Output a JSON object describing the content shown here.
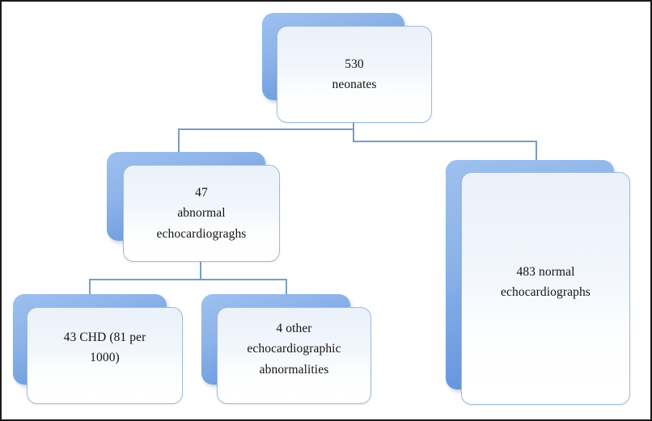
{
  "figure": {
    "type": "flowchart",
    "orientation": "top-down",
    "border_color": "#1a1a1a",
    "background": "#ffffff"
  },
  "style": {
    "plate_color_top": "#9dc0ef",
    "plate_color_bottom": "#5688d2",
    "card_border_color": "#9fbcd8",
    "card_fill_top": "#eaf1fa",
    "card_fill_bottom": "#ffffff",
    "connector_color": "#7a9cc4",
    "text_color": "#131313"
  },
  "nodes": {
    "root": {
      "id": "root",
      "label": "530\nneonates",
      "count": 530,
      "text_lines": [
        "530",
        "neonates"
      ]
    },
    "abnormal": {
      "id": "abnormal",
      "label": "47\nabnormal\nechocardiograghs",
      "count": 47,
      "text_lines": [
        "47",
        "abnormal",
        "echocardiograghs"
      ]
    },
    "chd": {
      "id": "chd",
      "label": "43 CHD (81 per\n1000)",
      "count": 43,
      "rate": "81 per 1000",
      "text_lines": [
        "43 CHD (81 per",
        "1000)"
      ]
    },
    "other": {
      "id": "other",
      "label": "4 other\nechocardiographic\nabnormalities",
      "count": 4,
      "text_lines": [
        "4 other",
        "echocardiographic",
        "abnormalities"
      ]
    },
    "normal": {
      "id": "normal",
      "label": "483 normal\nechocardiographs",
      "count": 483,
      "text_lines": [
        "483 normal",
        "echocardiographs"
      ]
    }
  },
  "edges": [
    {
      "from": "root",
      "to": "abnormal"
    },
    {
      "from": "root",
      "to": "normal"
    },
    {
      "from": "abnormal",
      "to": "chd"
    },
    {
      "from": "abnormal",
      "to": "other"
    }
  ]
}
